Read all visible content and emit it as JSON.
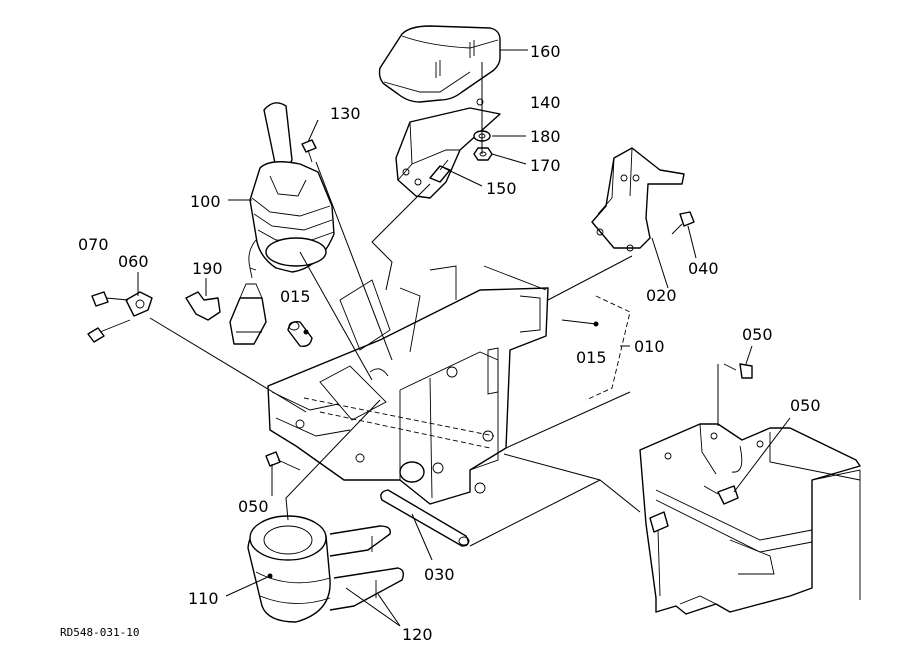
{
  "diagram": {
    "reference_code": "RD548-031-10",
    "callouts": {
      "p010": "010",
      "p015a": "015",
      "p015b": "015",
      "p020": "020",
      "p030": "030",
      "p040": "040",
      "p050a": "050",
      "p050b": "050",
      "p050c": "050",
      "p060": "060",
      "p070": "070",
      "p100": "100",
      "p110": "110",
      "p120": "120",
      "p130": "130",
      "p140": "140",
      "p150": "150",
      "p160": "160",
      "p170": "170",
      "p180": "180",
      "p190": "190"
    }
  }
}
